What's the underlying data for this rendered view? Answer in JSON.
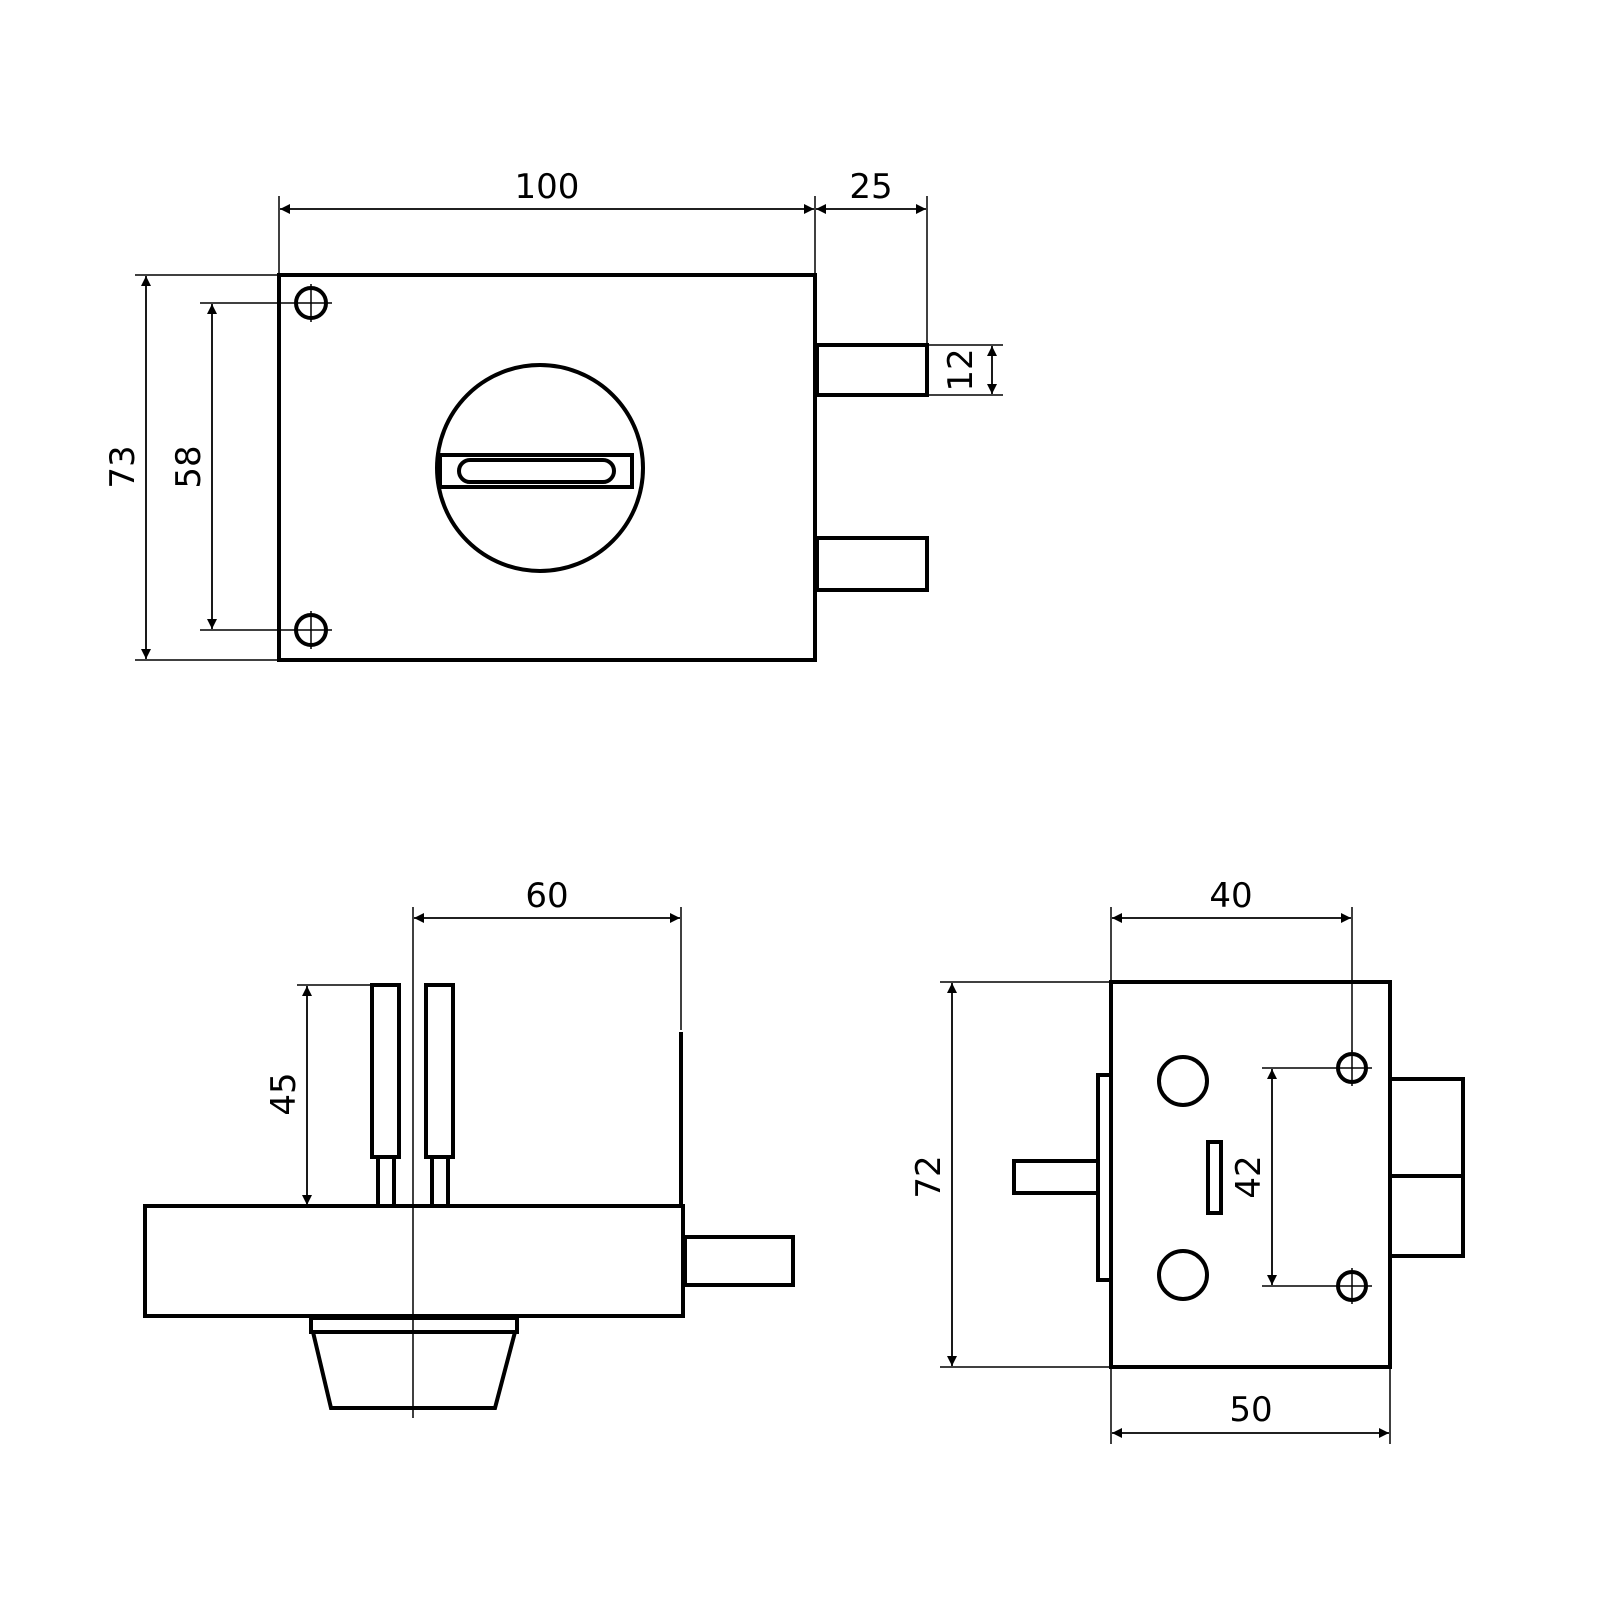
{
  "stroke_color": "#000000",
  "background_color": "#ffffff",
  "front_view": {
    "width_label": "100",
    "bolt_projection_label": "25",
    "height_label": "73",
    "hole_spacing_label": "58",
    "bolt_thickness_label": "12"
  },
  "side_view": {
    "depth_label": "60",
    "cylinder_label": "45"
  },
  "end_view": {
    "top_width_label": "40",
    "height_label": "72",
    "hole_spacing_label": "42",
    "bottom_width_label": "50"
  }
}
